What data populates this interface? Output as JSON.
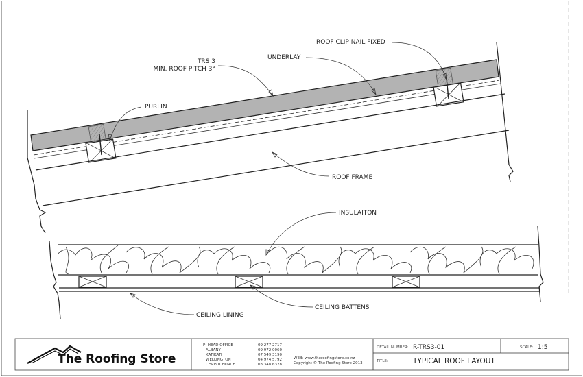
{
  "labels": {
    "trs_line1": "TRS 3",
    "trs_line2": "MIN. ROOF PITCH 3°",
    "underlay": "UNDERLAY",
    "roof_clip": "ROOF CLIP NAIL FIXED",
    "purlin": "PURLIN",
    "roof_frame": "ROOF FRAME",
    "insulation": "INSULAITON",
    "ceiling_battens": "CEILING BATTENS",
    "ceiling_lining": "CEILING LINING"
  },
  "title_block": {
    "company": "The Roofing Store",
    "offices": [
      {
        "name": "P: HEAD OFFICE",
        "phone": "09 277 2717"
      },
      {
        "name": "ALBANY",
        "phone": "09 972 0060"
      },
      {
        "name": "KATIKATI",
        "phone": "07 549 3190"
      },
      {
        "name": "WELLINGTON",
        "phone": "04 974 5792"
      },
      {
        "name": "CHRISTCHURCH",
        "phone": "03 348 6328"
      }
    ],
    "web": "WEB: www.theroofingstore.co.nz",
    "copyright": "Copyright © The Roofing Store 2013",
    "detail_number_label": "DETAIL NUMBER:",
    "detail_number": "R-TRS3-01",
    "scale_label": "SCALE:",
    "scale": "1:5",
    "title_label": "TITLE:",
    "title": "TYPICAL ROOF LAYOUT"
  }
}
